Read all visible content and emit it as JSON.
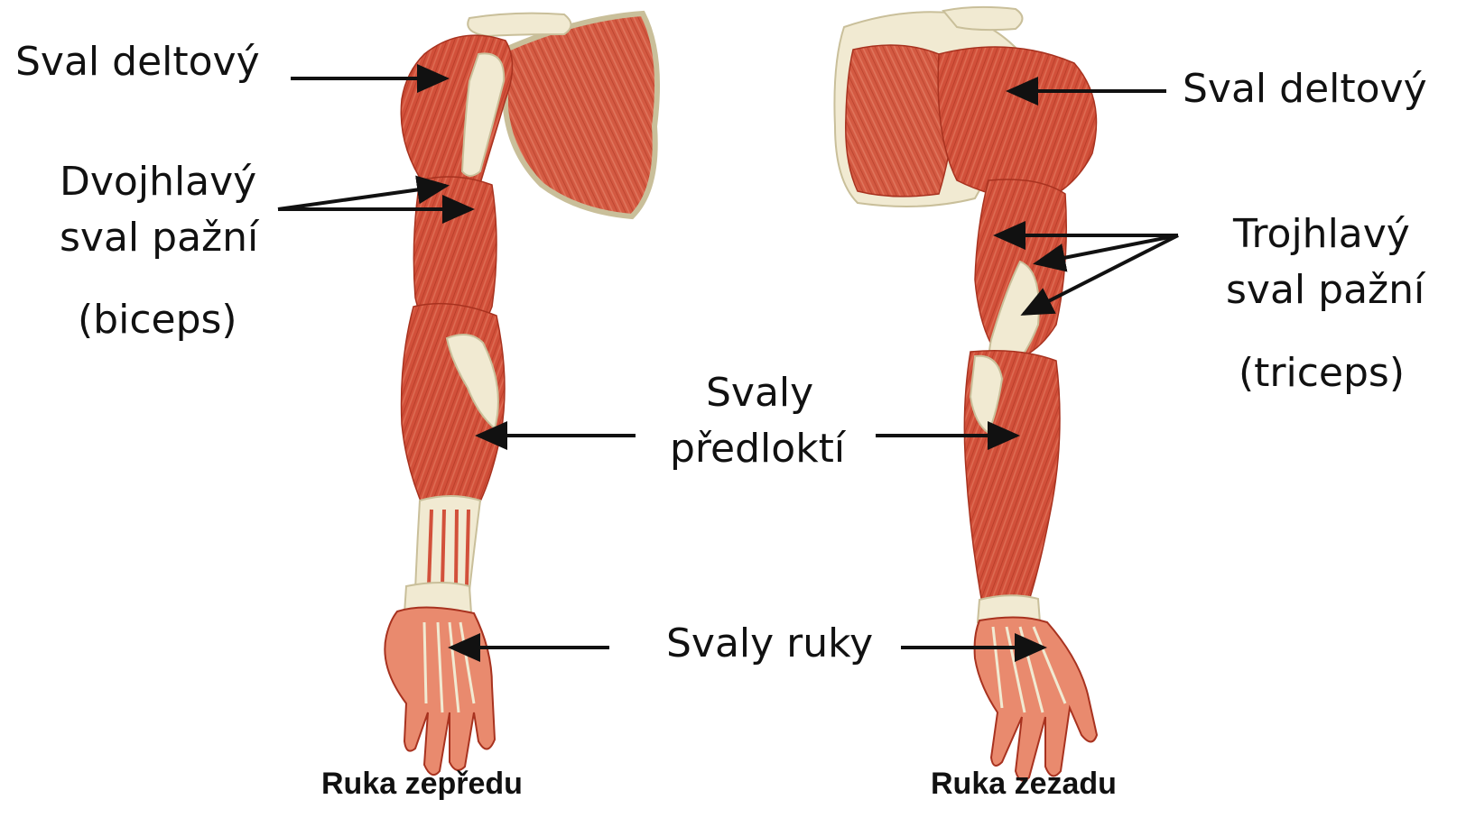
{
  "colors": {
    "muscle": "#d2503a",
    "muscle_dark": "#a8321f",
    "muscle_light": "#e98a6e",
    "tendon": "#f1ead2",
    "tendon_edge": "#c9bf9a",
    "arrow": "#111111",
    "text": "#111111"
  },
  "left_view": {
    "caption": "Ruka zepředu",
    "labels": {
      "deltoid": "Sval deltový",
      "biceps_line1": "Dvojhlavý",
      "biceps_line2": "sval pažní",
      "biceps_line3": "(biceps)"
    }
  },
  "right_view": {
    "caption": "Ruka zezadu",
    "labels": {
      "deltoid": "Sval deltový",
      "triceps_line1": "Trojhlavý",
      "triceps_line2": "sval pažní",
      "triceps_line3": "(triceps)"
    }
  },
  "shared_labels": {
    "forearm_line1": "Svaly",
    "forearm_line2": "předloktí",
    "hand": "Svaly ruky"
  }
}
